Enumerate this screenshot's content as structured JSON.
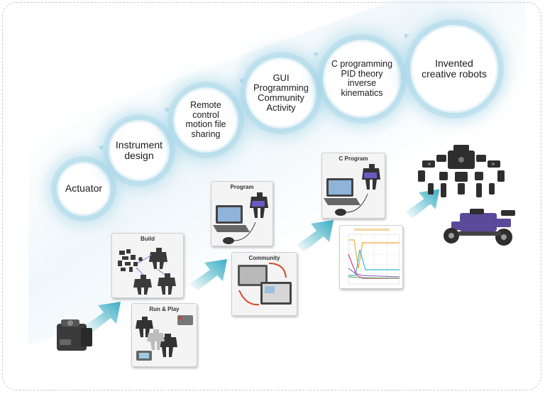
{
  "stages": [
    {
      "label": "Actuator"
    },
    {
      "label": "Instrument\ndesign"
    },
    {
      "label": "Remote\ncontrol\nmotion file\nsharing"
    },
    {
      "label": "GUI\nProgramming\nCommunity\nActivity"
    },
    {
      "label": "C programming\nPID theory\ninverse\nkinematics"
    },
    {
      "label": "Invented\ncreative robots"
    }
  ],
  "cards": {
    "build": "Build",
    "run_play": "Run & Play",
    "program": "Program",
    "community": "Community",
    "c_program": "C  Program"
  },
  "colors": {
    "circle_glow": "#9fd3e6",
    "arrow_teal": "#3aaec4",
    "robot_dark": "#2e2e2e",
    "robot_purple": "#5b4a9a"
  }
}
